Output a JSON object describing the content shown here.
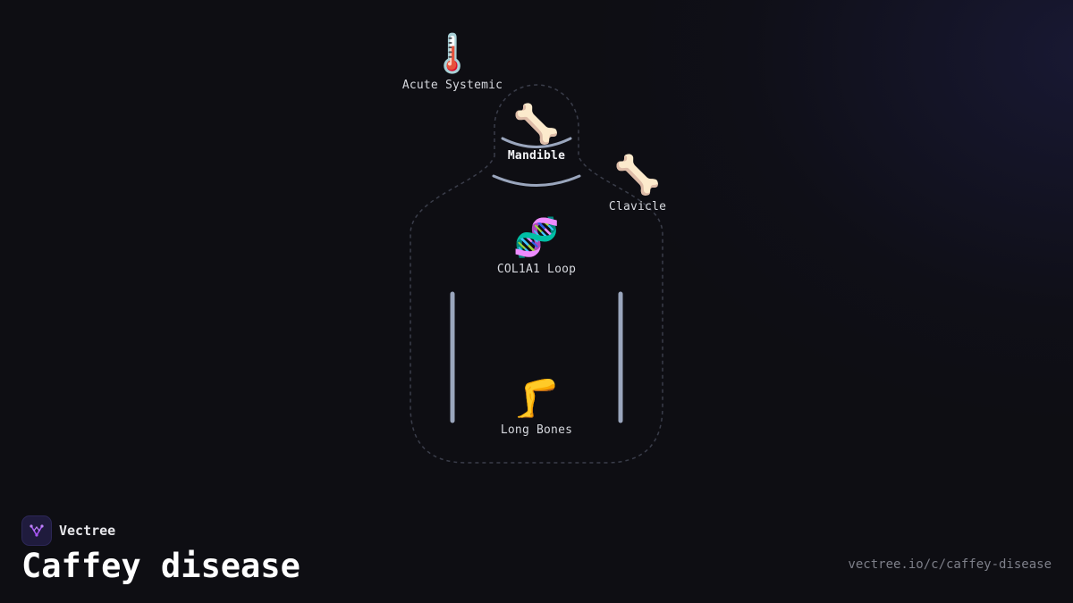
{
  "brand": {
    "name": "Vectree",
    "logo_icon": "vectree-tree-icon"
  },
  "title": "Caffey disease",
  "url": "vectree.io/c/caffey-disease",
  "colors": {
    "background": "#0e0e13",
    "outline": "#3a3d4a",
    "bone_stroke": "#9aa6bd",
    "logo_bg": "#1f1b3d",
    "logo_accent": "#a855f7"
  },
  "nodes": [
    {
      "id": "acute-systemic",
      "label": "Acute Systemic",
      "icon": "thermometer-icon",
      "glyph": "🌡️"
    },
    {
      "id": "mandible",
      "label": "Mandible",
      "icon": "bone-icon",
      "glyph": "🦴"
    },
    {
      "id": "clavicle",
      "label": "Clavicle",
      "icon": "bone-icon",
      "glyph": "🦴"
    },
    {
      "id": "col1a1-loop",
      "label": "COL1A1 Loop",
      "icon": "dna-icon",
      "glyph": "🧬"
    },
    {
      "id": "long-bones",
      "label": "Long Bones",
      "icon": "leg-icon",
      "glyph": "🦵"
    }
  ]
}
